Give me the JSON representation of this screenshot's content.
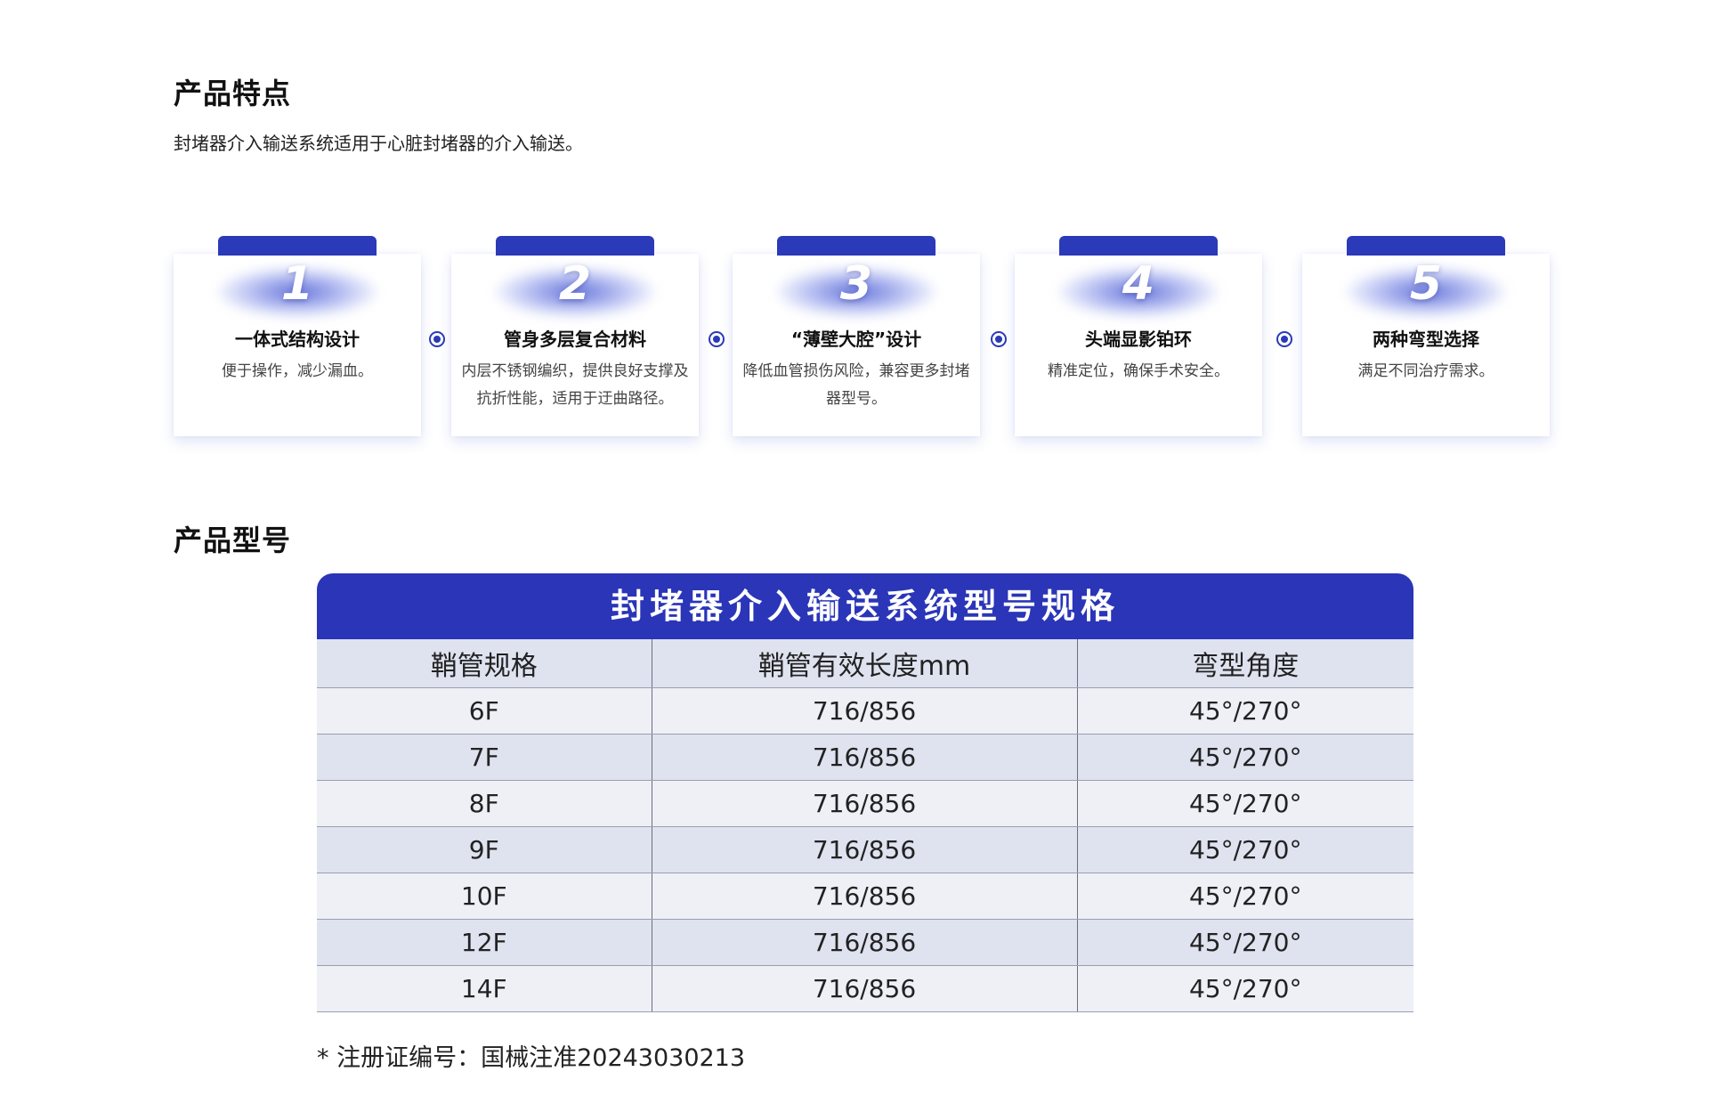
{
  "features_section": {
    "title": "产品特点",
    "intro": "封堵器介入输送系统适用于心脏封堵器的介入输送。",
    "cards": [
      {
        "number": "1",
        "title": "一体式结构设计",
        "desc": "便于操作，减少漏血。"
      },
      {
        "number": "2",
        "title": "管身多层复合材料",
        "desc": "内层不锈钢编织，提供良好支撑及抗折性能，适用于迂曲路径。"
      },
      {
        "number": "3",
        "title": "“薄壁大腔”设计",
        "desc": "降低血管损伤风险，兼容更多封堵器型号。"
      },
      {
        "number": "4",
        "title": "头端显影铂环",
        "desc": "精准定位，确保手术安全。"
      },
      {
        "number": "5",
        "title": "两种弯型选择",
        "desc": "满足不同治疗需求。"
      }
    ]
  },
  "models_section": {
    "title": "产品型号",
    "table": {
      "title": "封堵器介入输送系统型号规格",
      "headers": [
        "鞘管规格",
        "鞘管有效长度mm",
        "弯型角度"
      ],
      "rows": [
        [
          "6F",
          "716/856",
          "45°/270°"
        ],
        [
          "7F",
          "716/856",
          "45°/270°"
        ],
        [
          "8F",
          "716/856",
          "45°/270°"
        ],
        [
          "9F",
          "716/856",
          "45°/270°"
        ],
        [
          "10F",
          "716/856",
          "45°/270°"
        ],
        [
          "12F",
          "716/856",
          "45°/270°"
        ],
        [
          "14F",
          "716/856",
          "45°/270°"
        ]
      ]
    },
    "footnote": "* 注册证编号：国械注准20243030213"
  },
  "colors": {
    "accent": "#2b3ab8",
    "table_header": "#2a35b8",
    "row_light": "#eef0f6",
    "row_dark": "#dfe3f0"
  },
  "icons": {
    "connector": "ring-dot-icon"
  }
}
